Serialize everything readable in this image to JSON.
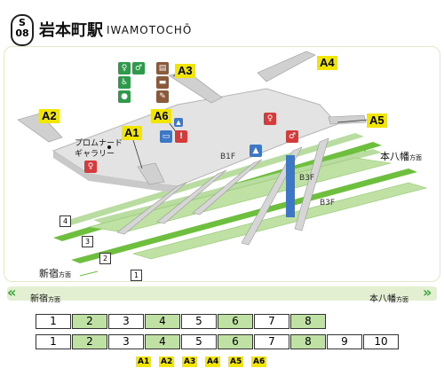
{
  "station": {
    "line_letter": "S",
    "number": "08",
    "name": "岩本町駅",
    "roman": "IWAMOTOCHŌ"
  },
  "map": {
    "exits": [
      "A1",
      "A2",
      "A3",
      "A4",
      "A5",
      "A6"
    ],
    "floors": {
      "b1f": "B1F",
      "b3f_a": "B3F",
      "b3f_b": "B3F"
    },
    "promenade": "プロムナード",
    "gallery": "ギャラリー",
    "direction_motoyawata": "本八幡",
    "direction_shinjuku": "新宿",
    "direction_suffix": "方面",
    "tracks": [
      "1",
      "2",
      "3",
      "4"
    ],
    "colors": {
      "platform_green": "#bfe2a4",
      "track_green": "#6fbf3f",
      "exit_yellow": "#f2e600",
      "elevator_blue": "#3d78c8"
    }
  },
  "train": {
    "left_dir": "新宿",
    "right_dir": "本八幡",
    "dir_suffix": "方面",
    "row1": [
      "1",
      "2",
      "3",
      "4",
      "5",
      "6",
      "7",
      "8"
    ],
    "row2": [
      "1",
      "2",
      "3",
      "4",
      "5",
      "6",
      "7",
      "8",
      "9",
      "10"
    ],
    "highlighted": [
      "2",
      "4",
      "6",
      "8"
    ],
    "exit_row": [
      "A1",
      "A2",
      "A3",
      "A4",
      "A5",
      "A6"
    ]
  }
}
